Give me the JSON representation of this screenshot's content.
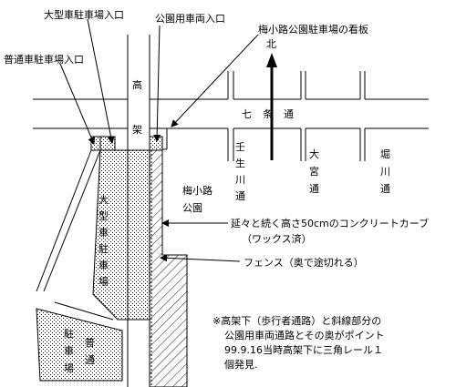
{
  "labels": {
    "large_entrance": "大型車駐車場入口",
    "normal_entrance": "普通車駐車場入口",
    "park_vehicle_entrance": "公園用車両入口",
    "signboard": "梅小路公園駐車場の看板",
    "north": "北",
    "overpass_1": "高",
    "overpass_2": "架",
    "park_1": "梅小路",
    "park_2": "公園",
    "curb_1": "延々と続く高さ50cmのコンクリートカーブ",
    "curb_2": "（ワックス済）",
    "fence": "フェンス（奥で途切れる）"
  },
  "roads": {
    "shichijo": [
      "七",
      "条",
      "通"
    ],
    "mibugawa": [
      "壬",
      "生",
      "川",
      "通"
    ],
    "omiya": [
      "大",
      "宮",
      "通"
    ],
    "horikawa": [
      "堀",
      "川",
      "通"
    ]
  },
  "lots": {
    "large": [
      "大",
      "型",
      "車",
      "駐",
      "車",
      "場"
    ],
    "normal_col1": [
      "駐",
      "車",
      "場"
    ],
    "normal_col2": [
      "普",
      "通"
    ]
  },
  "note": {
    "line1": "※高架下（歩行者通路）と斜線部分の",
    "line2": "公園用車両通路とその奥がポイント",
    "line3": "99.9.16当時高架下に三角レール１",
    "line4": "個発見."
  }
}
